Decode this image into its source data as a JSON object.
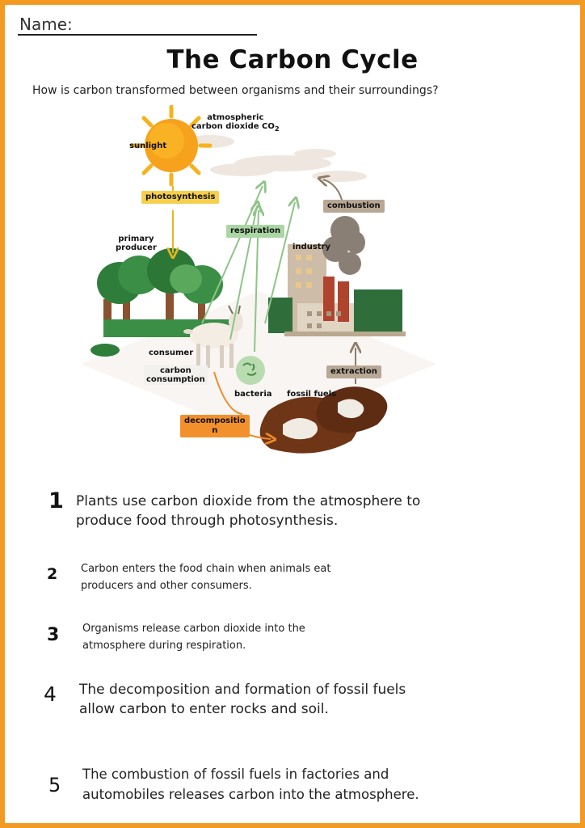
{
  "header": {
    "name_label": "Name:",
    "title": "The Carbon Cycle",
    "question": "How is carbon transformed between organisms and their surroundings?"
  },
  "diagram": {
    "labels": {
      "atmospheric": "atmospheric",
      "co2": "carbon dioxide CO",
      "co2_sub": "2",
      "sunlight": "sunlight",
      "photosynthesis": "photosynthesis",
      "primary_line1": "primary",
      "primary_line2": "producer",
      "respiration": "respiration",
      "industry": "industry",
      "combustion": "combustion",
      "consumer": "consumer",
      "carbon_line1": "carbon",
      "carbon_line2": "consumption",
      "bacteria": "bacteria",
      "extraction": "extraction",
      "fossil_fuels": "fossil fuels",
      "decomposition_line1": "decompositio",
      "decomposition_line2": "n"
    },
    "colors": {
      "photosynthesis": "#f6cf4d",
      "respiration": "#a9d6a2",
      "combustion": "#b7a794",
      "decomposition": "#f2902c",
      "border": "#f39a23"
    }
  },
  "statements": [
    {
      "number": "1",
      "text_line1": "Plants use carbon dioxide from the atmosphere to",
      "text_line2": "produce food through photosynthesis."
    },
    {
      "number": "2",
      "text_line1": "Carbon enters the food chain when animals eat",
      "text_line2": "producers and other consumers."
    },
    {
      "number": "3",
      "text_line1": "Organisms release carbon dioxide into the",
      "text_line2": "atmosphere during respiration."
    },
    {
      "number": "4",
      "text_line1": "The decomposition and formation of fossil fuels",
      "text_line2": "allow carbon to enter rocks and soil."
    },
    {
      "number": "5",
      "text_line1": "The combustion of fossil fuels in factories and",
      "text_line2": "automobiles releases carbon into the atmosphere."
    }
  ]
}
